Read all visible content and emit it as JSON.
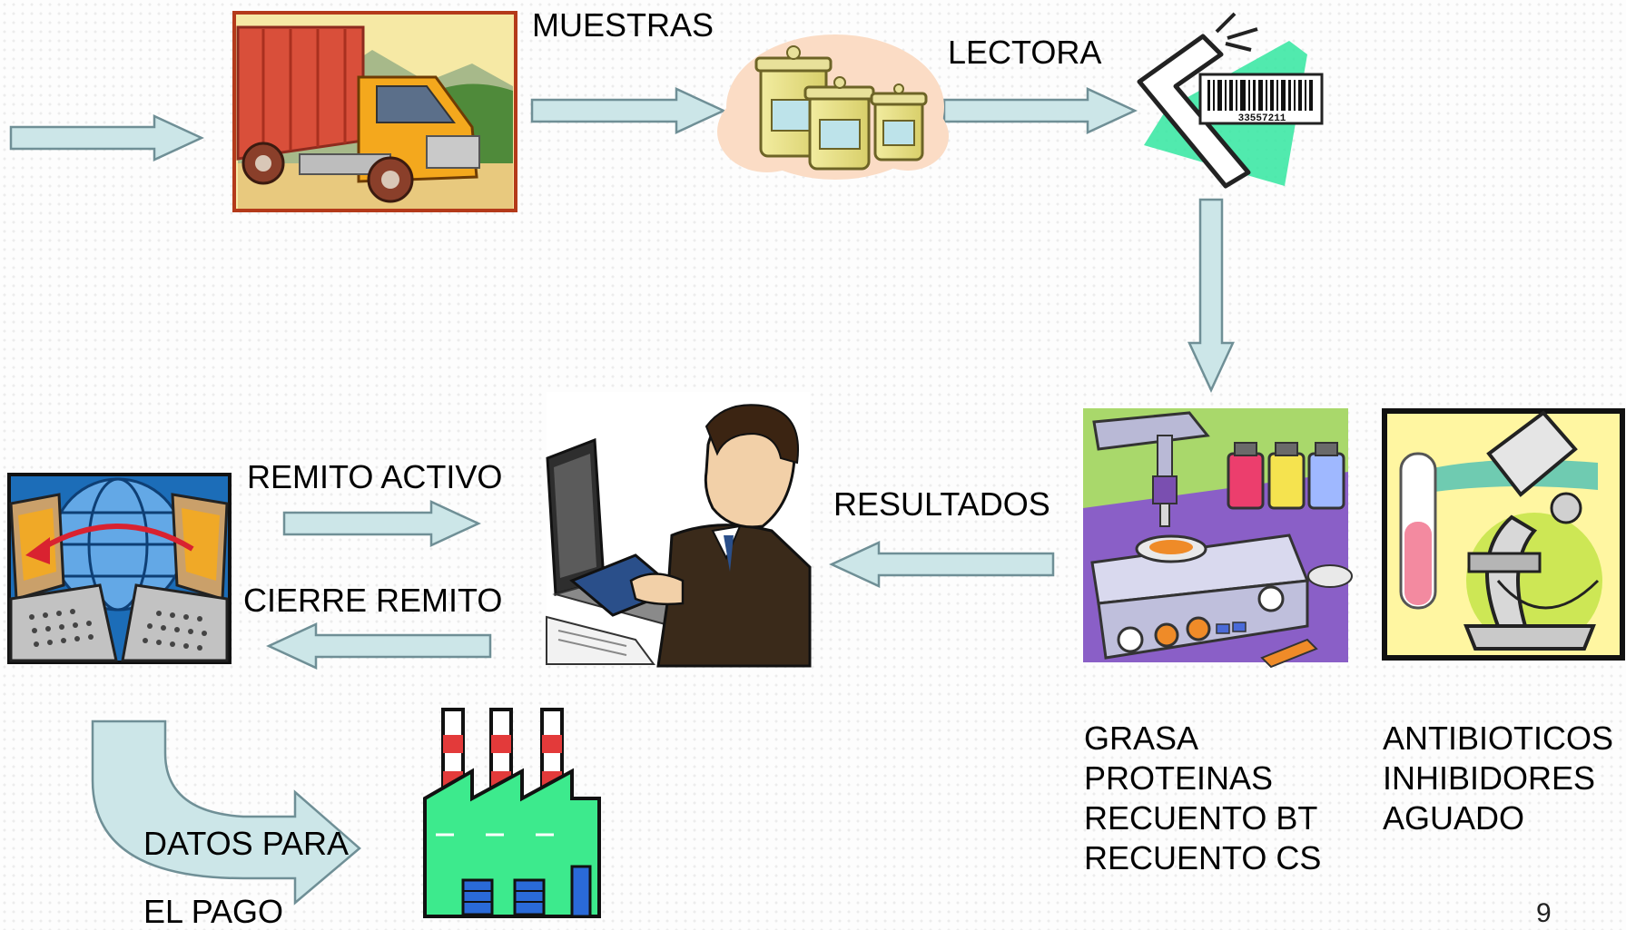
{
  "labels": {
    "muestras": "MUESTRAS",
    "lectora": "LECTORA",
    "remito_activo": "REMITO ACTIVO",
    "cierre_remito": "CIERRE REMITO",
    "resultados": "RESULTADOS",
    "datos_para": "DATOS  PARA",
    "el_pago": "EL  PAGO"
  },
  "barcode_number": "33557211",
  "lab_tests": [
    "GRASA",
    "PROTEINAS",
    "RECUENTO BT",
    "RECUENTO CS"
  ],
  "micro_tests": [
    "ANTIBIOTICOS",
    "INHIBIDORES",
    "AGUADO"
  ],
  "page_number": "9",
  "colors": {
    "arrow_fill": "#cce6e8",
    "arrow_stroke": "#6f8f96"
  }
}
